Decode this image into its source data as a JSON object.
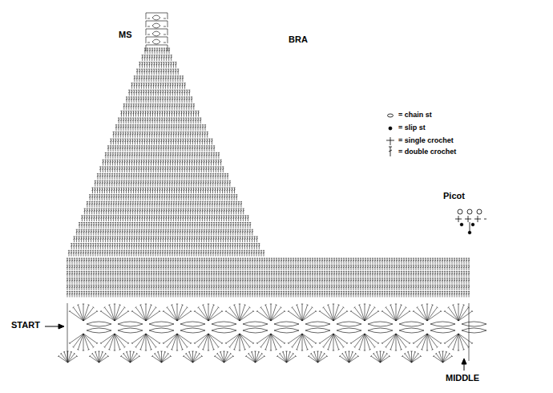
{
  "diagram": {
    "labels": [
      "MS",
      "BRA",
      "Picot",
      "START",
      "MIDDLE"
    ],
    "legend": [
      {
        "text": "= chain st"
      },
      {
        "text": "= slip st"
      },
      {
        "text": "= single crochet"
      },
      {
        "text": "= double crochet"
      }
    ]
  }
}
